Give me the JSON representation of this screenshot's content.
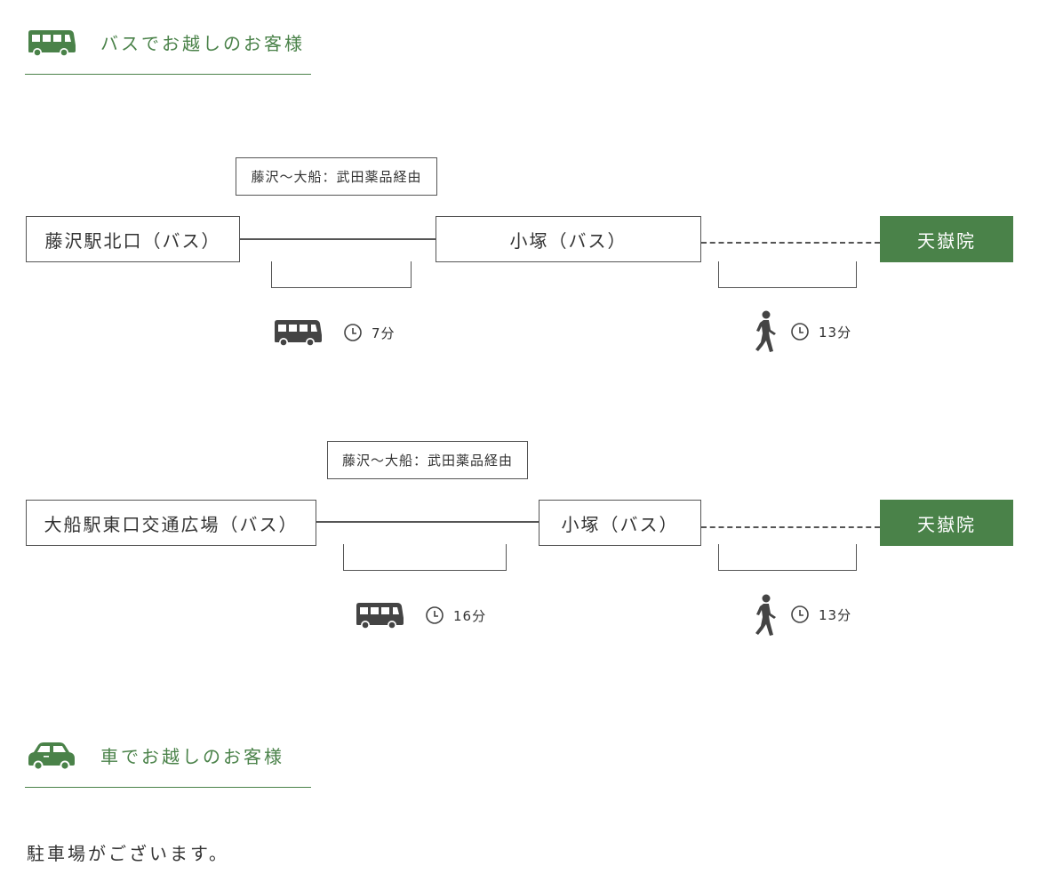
{
  "colors": {
    "accent": "#4a8249",
    "line": "#555555",
    "icon": "#444444",
    "text": "#333333"
  },
  "bus_section": {
    "title": "バスでお越しのお客様",
    "icon": "bus-icon",
    "routes": [
      {
        "origin": "藤沢駅北口（バス）",
        "route_label": "藤沢〜大船：武田薬品経由",
        "stop": "小塚（バス）",
        "destination": "天嶽院",
        "bus_time": "7分",
        "walk_time": "13分"
      },
      {
        "origin": "大船駅東口交通広場（バス）",
        "route_label": "藤沢〜大船：武田薬品経由",
        "stop": "小塚（バス）",
        "destination": "天嶽院",
        "bus_time": "16分",
        "walk_time": "13分"
      }
    ]
  },
  "car_section": {
    "title": "車でお越しのお客様",
    "icon": "car-icon",
    "note": "駐車場がございます。"
  }
}
